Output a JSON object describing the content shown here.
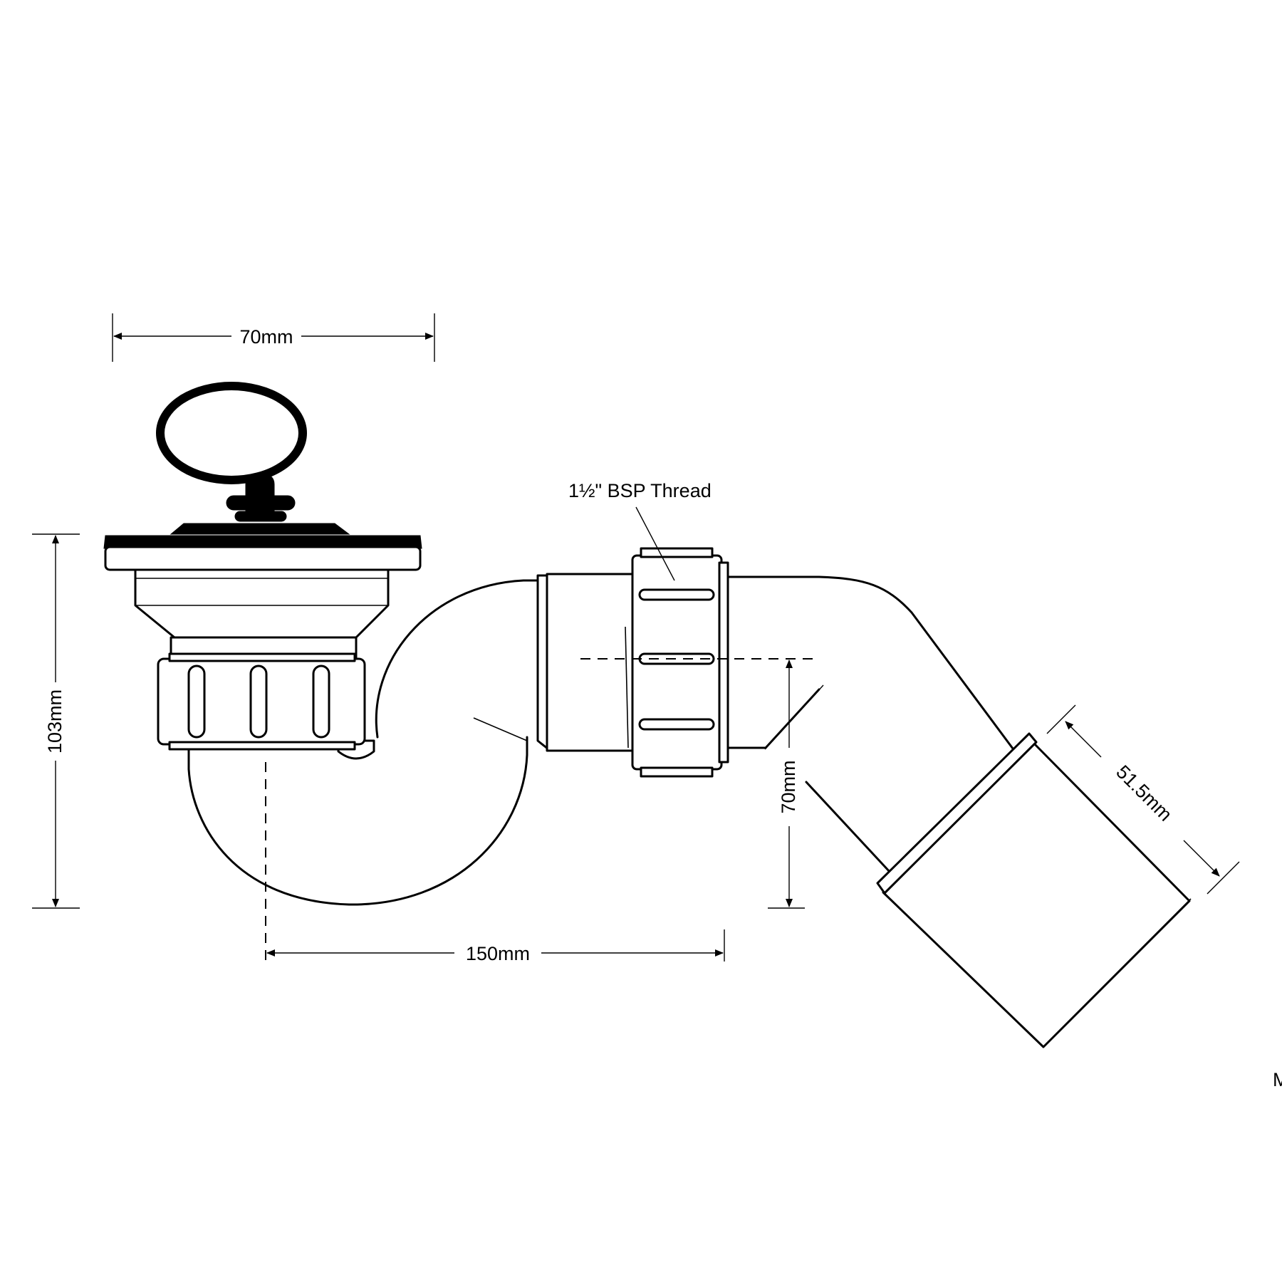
{
  "dimensions": {
    "plug_width": "70mm",
    "overall_height": "103mm",
    "horizontal_offset": "150mm",
    "outlet_height": "70mm",
    "outlet_diameter": "51.5mm"
  },
  "callouts": {
    "thread": "1½\" BSP Thread"
  },
  "corner_glyph": "M",
  "colors": {
    "line": "#000000",
    "background": "#ffffff"
  }
}
